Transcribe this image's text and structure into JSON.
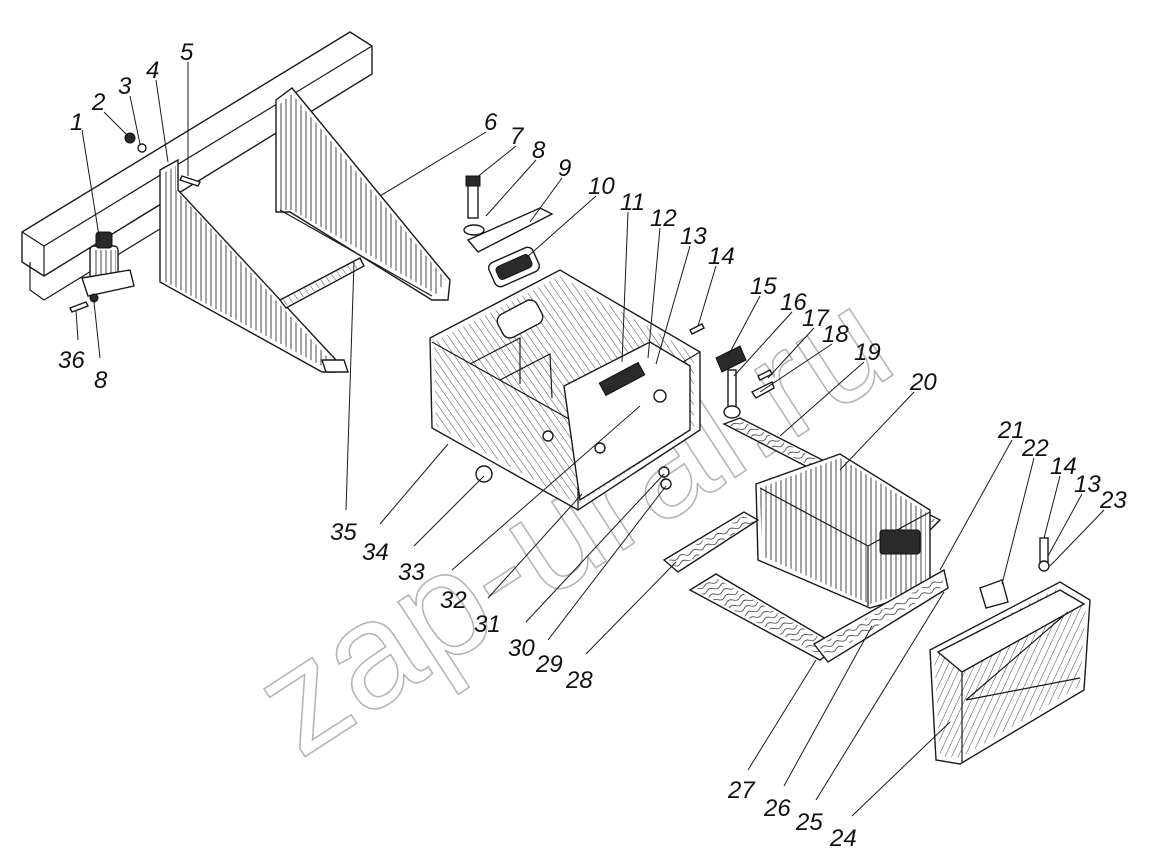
{
  "watermark": "zap-ural.ru",
  "corner_mark": "",
  "part_labels": [
    "1",
    "2",
    "3",
    "4",
    "5",
    "6",
    "7",
    "8",
    "9",
    "10",
    "11",
    "12",
    "13",
    "14",
    "15",
    "16",
    "17",
    "18",
    "19",
    "20",
    "21",
    "22",
    "14",
    "13",
    "23",
    "36",
    "8",
    "35",
    "34",
    "33",
    "32",
    "31",
    "30",
    "29",
    "28",
    "27",
    "26",
    "25",
    "24"
  ]
}
